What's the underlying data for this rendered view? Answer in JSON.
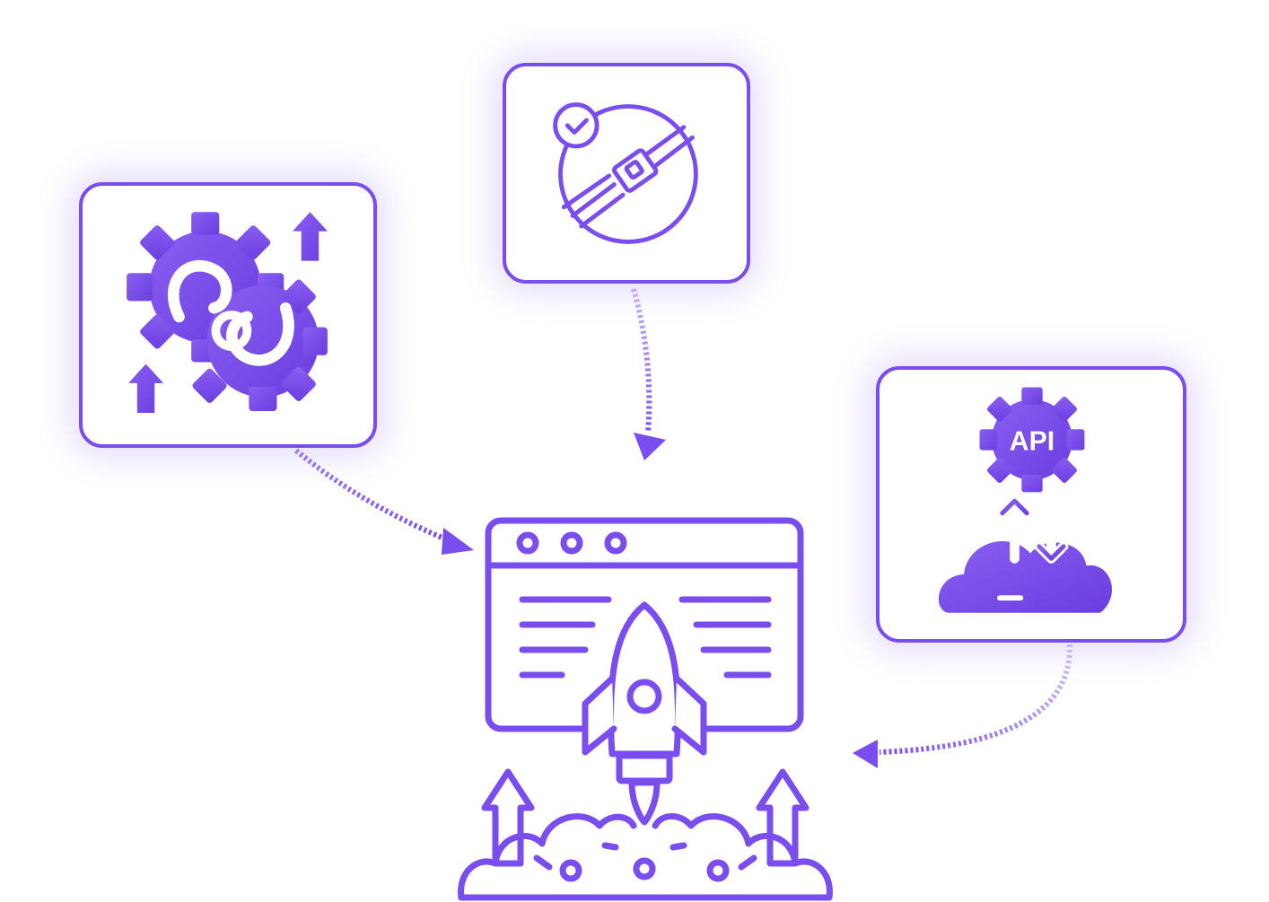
{
  "colors": {
    "accent": "#7a4dee",
    "accent_light": "#9a7cf5",
    "accent_dark": "#6a3ddf",
    "background": "#ffffff"
  },
  "nodes": [
    {
      "id": "gears",
      "icon": "gears-sync-icon",
      "label": ""
    },
    {
      "id": "seatbelt",
      "icon": "seatbelt-icon",
      "label": ""
    },
    {
      "id": "api",
      "icon": "api-cloud-icon",
      "label": "API"
    },
    {
      "id": "launch",
      "icon": "rocket-launch-icon",
      "label": ""
    }
  ],
  "edges": [
    {
      "from": "gears",
      "to": "launch",
      "style": "dotted-arrow"
    },
    {
      "from": "seatbelt",
      "to": "launch",
      "style": "dotted-arrow"
    },
    {
      "from": "api",
      "to": "launch",
      "style": "dotted-arrow"
    }
  ],
  "api_card": {
    "label": "API"
  }
}
